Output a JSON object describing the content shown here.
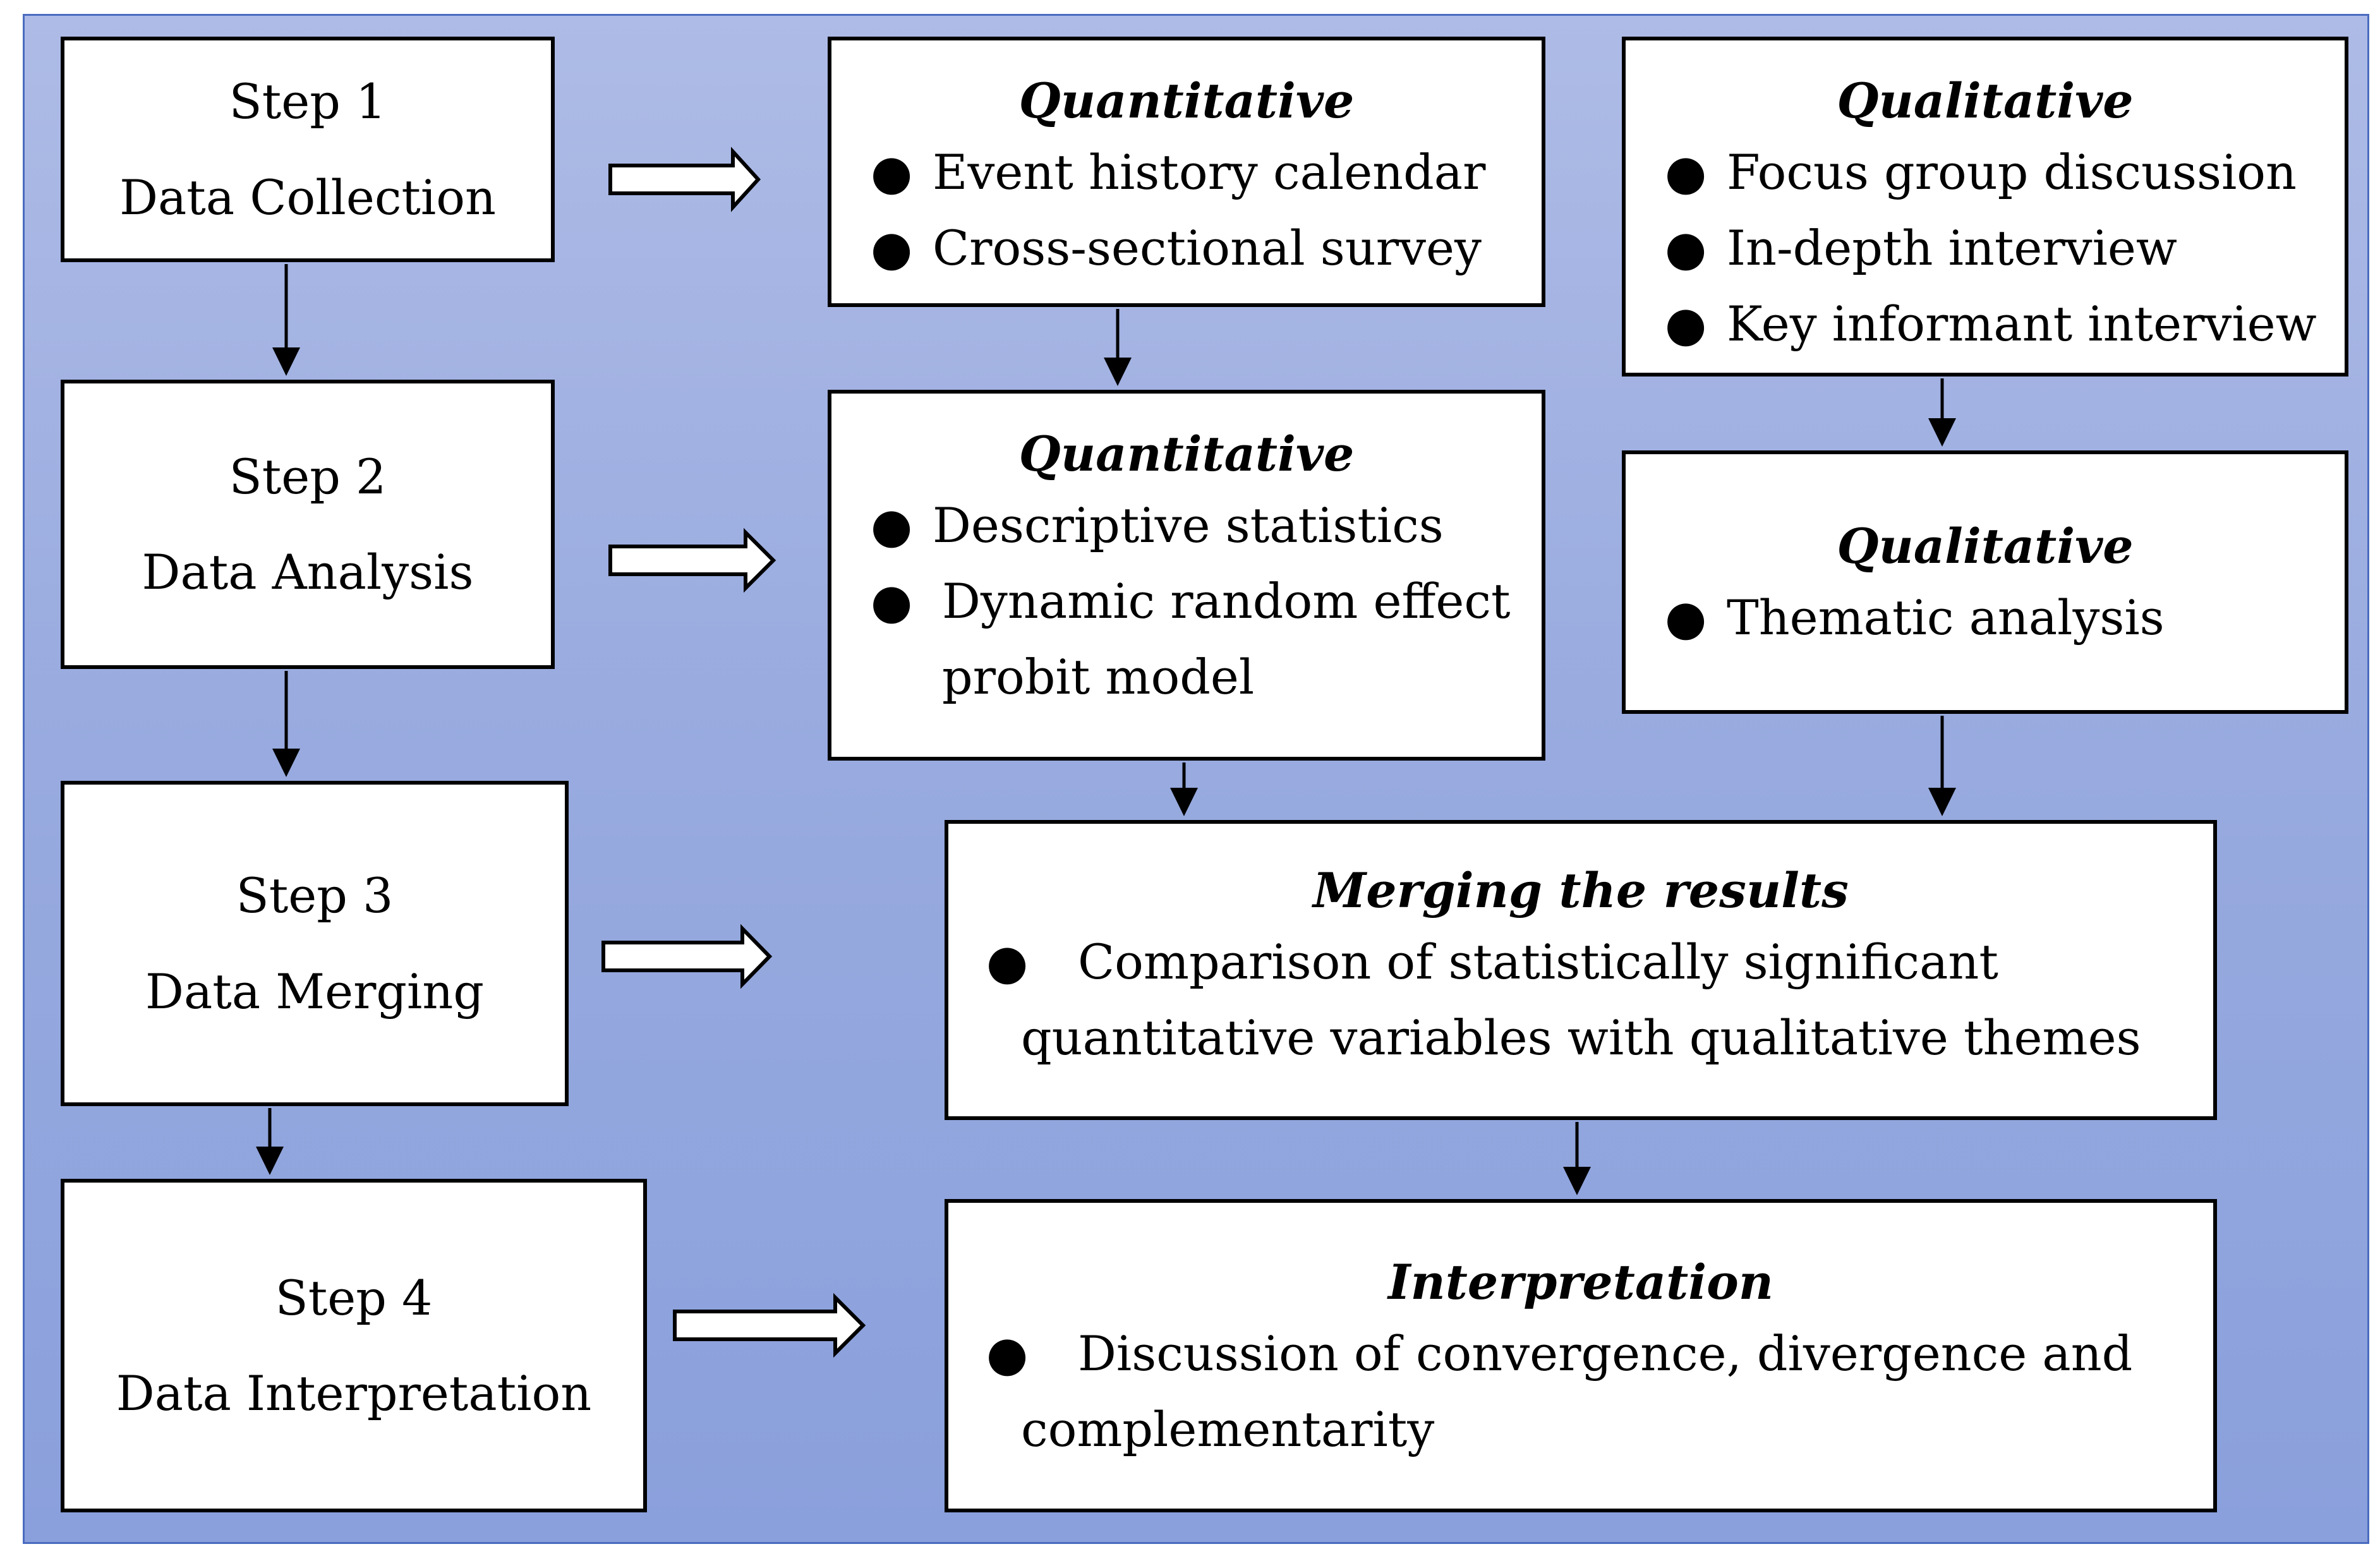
{
  "diagram": {
    "steps": [
      {
        "number": "Step 1",
        "name": "Data Collection"
      },
      {
        "number": "Step 2",
        "name": "Data Analysis"
      },
      {
        "number": "Step 3",
        "name": "Data Merging"
      },
      {
        "number": "Step 4",
        "name": "Data Interpretation"
      }
    ],
    "collection": {
      "quantitative": {
        "title": "Quantitative",
        "items": [
          "Event history calendar",
          "Cross-sectional survey"
        ]
      },
      "qualitative": {
        "title": "Qualitative",
        "items": [
          "Focus group discussion",
          "In-depth interview",
          "Key informant interview"
        ]
      }
    },
    "analysis": {
      "quantitative": {
        "title": "Quantitative",
        "items": [
          "Descriptive statistics",
          "Dynamic random effect",
          "probit model"
        ]
      },
      "qualitative": {
        "title": "Qualitative",
        "items": [
          "Thematic analysis"
        ]
      }
    },
    "merging": {
      "title": "Merging the results",
      "line1": "Comparison of statistically significant",
      "line2": "quantitative variables with qualitative themes"
    },
    "interpretation": {
      "title": "Interpretation",
      "line1": "Discussion of convergence, divergence and",
      "line2": "complementarity"
    },
    "colors": {
      "background_top": "#aebbe6",
      "background_bottom": "#8aa0dc",
      "border": "#4a6bbf",
      "box_fill": "#ffffff",
      "box_stroke": "#000000"
    },
    "icons": [
      "hollow-right-arrow-icon",
      "down-arrow-icon",
      "bullet-icon"
    ]
  }
}
